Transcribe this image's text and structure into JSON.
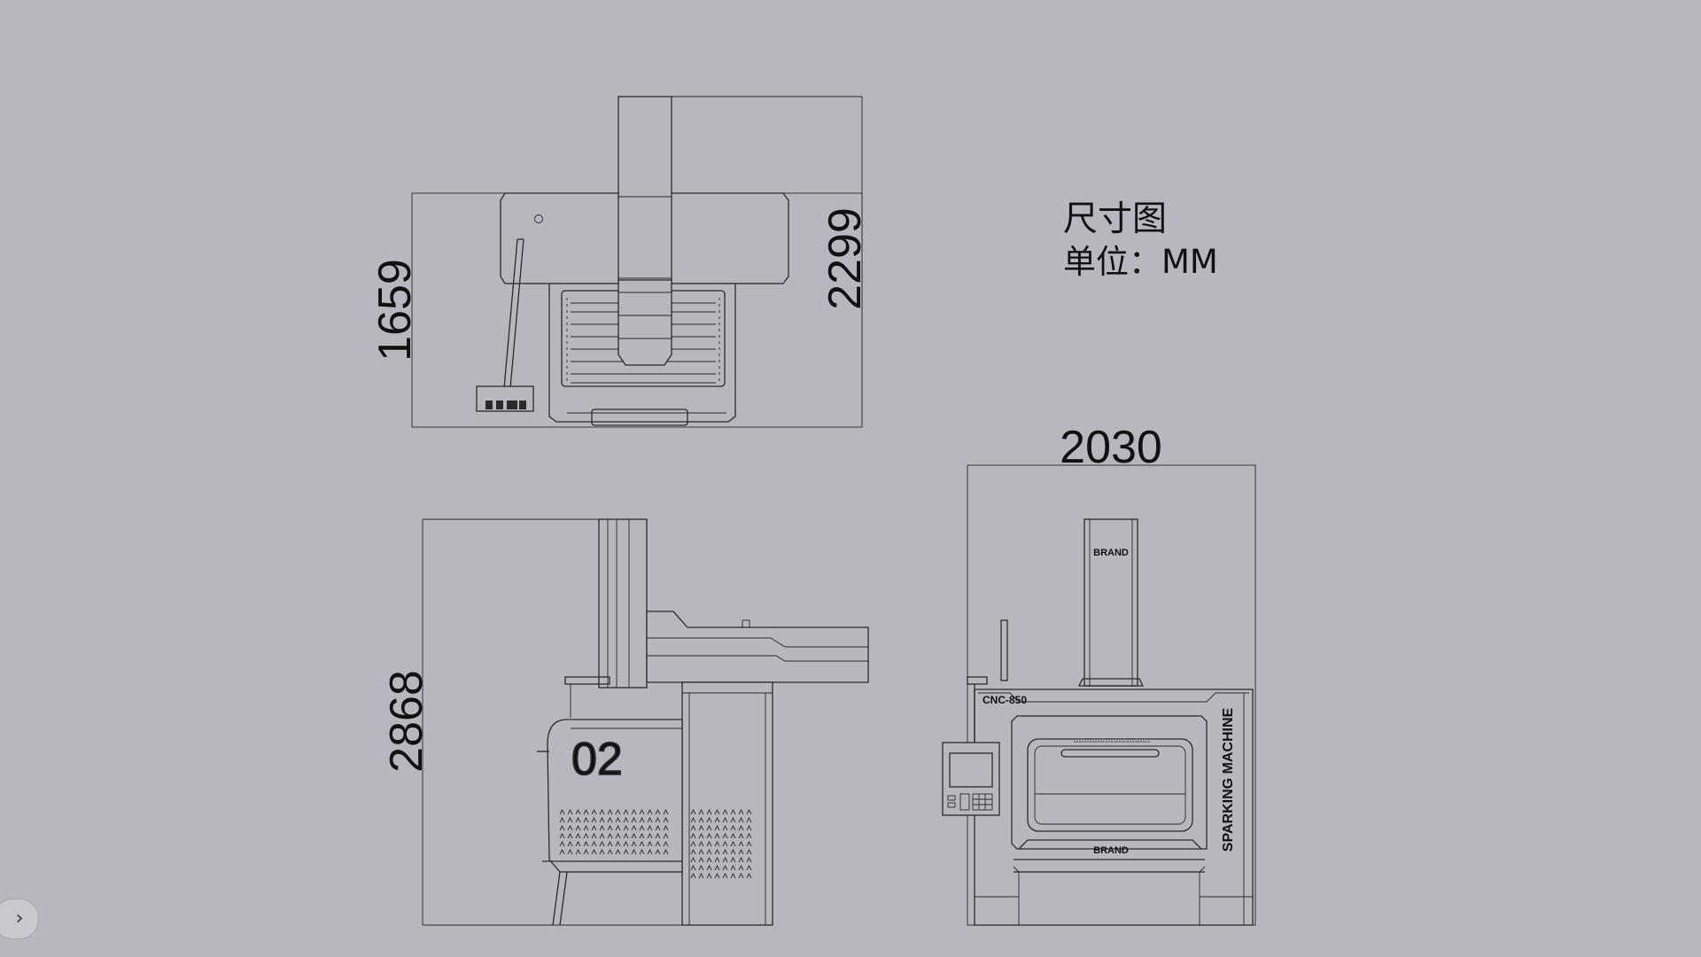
{
  "drawing": {
    "title": "尺寸图",
    "unit_label": "单位：MM"
  },
  "dimensions": {
    "top_view_depth": "1659",
    "top_view_height": "2299",
    "side_view_height": "2868",
    "front_view_width": "2030"
  },
  "machine_labels": {
    "model": "CNC-850",
    "brand_column": "BRAND",
    "brand_tank": "BRAND",
    "side_text": "SPARKING MACHINE",
    "side_number": "02"
  },
  "controls": {
    "expand_icon": "chevron-right-icon"
  },
  "colors": {
    "background": "#b8b7bf",
    "line": "#2a2a2a"
  }
}
